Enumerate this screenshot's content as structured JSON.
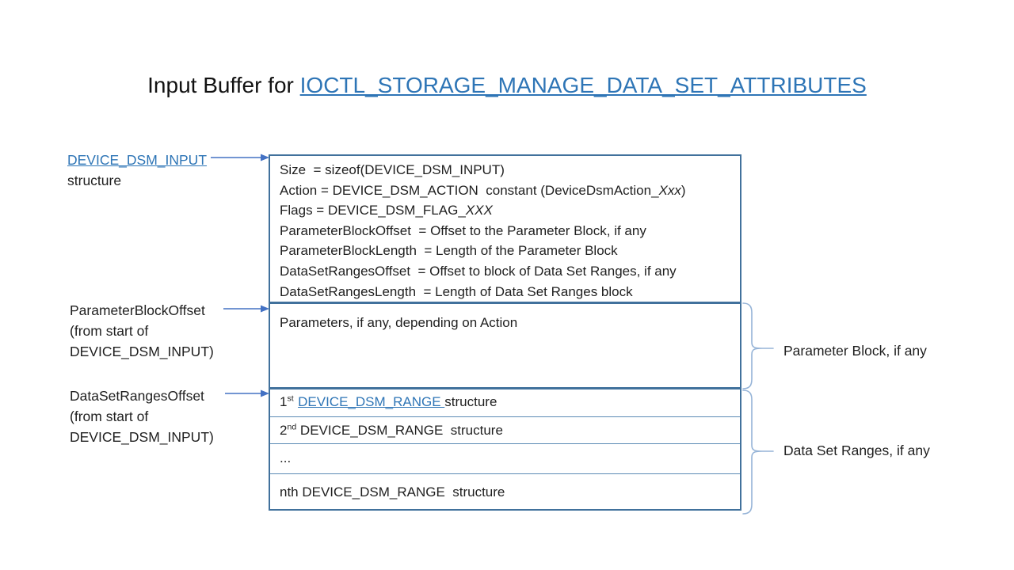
{
  "title": {
    "prefix": "Input Buffer for ",
    "link": "IOCTL_STORAGE_MANAGE_DATA_SET_ATTRIBUTES"
  },
  "left_labels": {
    "input_struct": {
      "link": "DEVICE_DSM_INPUT",
      "line2": "structure"
    },
    "param_offset": {
      "line1": "ParameterBlockOffset",
      "line2": "(from start of",
      "line3": "DEVICE_DSM_INPUT)"
    },
    "ranges_offset": {
      "line1": "DataSetRangesOffset",
      "line2": "(from start of",
      "line3": "DEVICE_DSM_INPUT)"
    }
  },
  "box": {
    "fields": {
      "line1": "Size  = sizeof(DEVICE_DSM_INPUT)",
      "line2_pre": "Action = DEVICE_DSM_ACTION  constant (DeviceDsmAction_",
      "line2_italic": "Xxx",
      "line2_post": ")",
      "line3_pre": "Flags = DEVICE_DSM_FLAG_",
      "line3_italic": "XXX",
      "line4": "ParameterBlockOffset  = Offset to the Parameter Block, if any",
      "line5": "ParameterBlockLength  = Length of the Parameter Block",
      "line6": "DataSetRangesOffset  = Offset to block of Data Set Ranges, if any",
      "line7": "DataSetRangesLength  = Length of Data Set Ranges block"
    },
    "parameters": "Parameters, if any, depending on Action",
    "ranges": {
      "row1_num": "1",
      "row1_sup": "st",
      "row1_link": "DEVICE_DSM_RANGE ",
      "row1_post": "structure",
      "row2_num": "2",
      "row2_sup": "nd",
      "row2_post": " DEVICE_DSM_RANGE  structure",
      "row3": "...",
      "row4": "nth DEVICE_DSM_RANGE  structure"
    }
  },
  "brace_labels": {
    "parameter_block": "Parameter Block, if any",
    "data_set_ranges": "Data Set Ranges, if any"
  },
  "colors": {
    "link_blue": "#2E75B6",
    "box_border": "#41719C",
    "thin_divider": "#5B8AB4",
    "arrow_blue": "#4472C4",
    "brace_blue": "#95B3D7",
    "text": "#1F1F1F"
  }
}
